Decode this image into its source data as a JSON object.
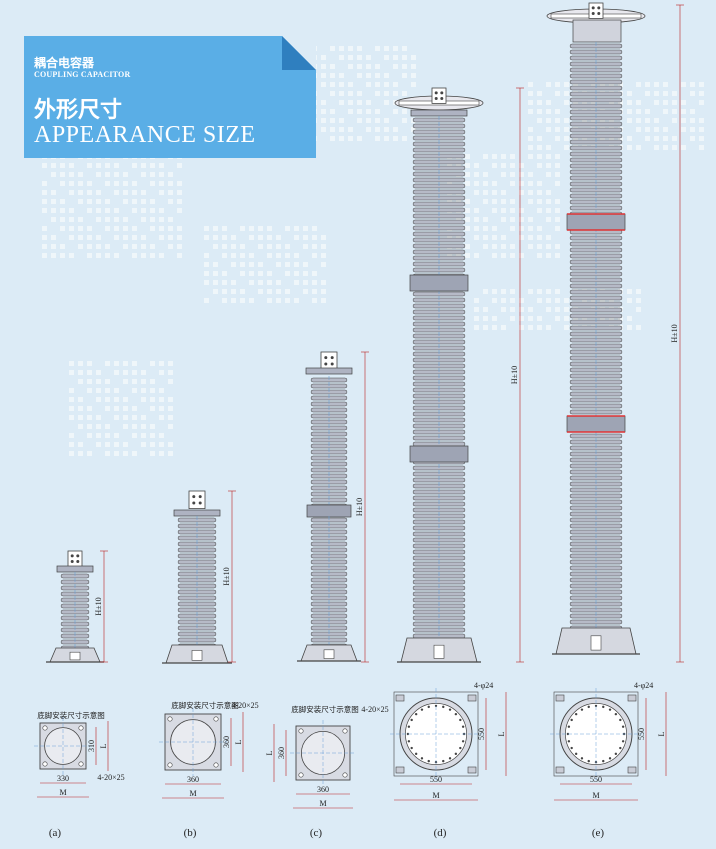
{
  "banner": {
    "title_cn": "耦合电容器",
    "title_en": "COUPLING CAPACITOR",
    "subtitle_cn": "外形尺寸",
    "subtitle_en": "APPEARANCE SIZE"
  },
  "figures": [
    {
      "label": "(a)",
      "height_dim": "H±10",
      "plan_title": "底脚安装尺寸示意图",
      "dims": [
        "310",
        "L",
        "330",
        "M",
        "4-20×25"
      ]
    },
    {
      "label": "(b)",
      "height_dim": "H±10",
      "plan_title": "底脚安装尺寸示意图",
      "dims": [
        "360",
        "L",
        "360",
        "M",
        "4-20×25"
      ]
    },
    {
      "label": "(c)",
      "height_dim": "H±10",
      "plan_title": "底脚安装尺寸示意图",
      "dims": [
        "360",
        "L",
        "360",
        "M",
        "4-20×25"
      ]
    },
    {
      "label": "(d)",
      "height_dim": "H±10",
      "plan_title": "",
      "dims": [
        "550",
        "L",
        "550",
        "M",
        "4-φ24"
      ]
    },
    {
      "label": "(e)",
      "height_dim": "H±10",
      "plan_title": "",
      "dims": [
        "550",
        "L",
        "550",
        "M",
        "4-φ24"
      ]
    }
  ]
}
